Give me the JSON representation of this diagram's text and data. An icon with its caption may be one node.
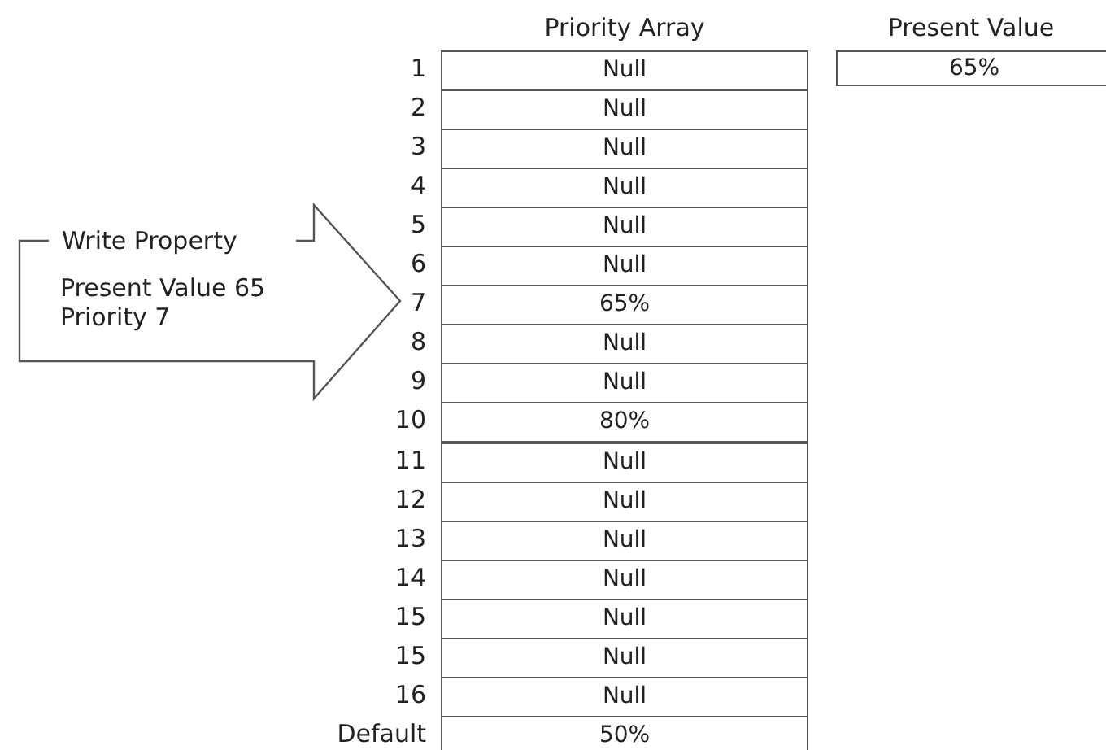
{
  "diagram": {
    "nodes": [
      {
        "text": [
          "Write Property",
          "Present Value 65 Priority 7"
        ]
      }
    ],
    "edges": [],
    "labels": [
      "Priority Array",
      "Present Value",
      "1",
      "Null",
      "65%",
      "2",
      "Null",
      "3",
      "Null",
      "4",
      "Null",
      "5",
      "Null",
      "6",
      "Null",
      "7",
      "65%",
      "8",
      "Null",
      "9",
      "Null",
      "10",
      "80%",
      "11",
      "Null",
      "12",
      "Null",
      "13",
      "Null",
      "14",
      "Null",
      "15",
      "Null",
      "15",
      "Null",
      "16",
      "Null",
      "Default",
      "50%"
    ]
  }
}
